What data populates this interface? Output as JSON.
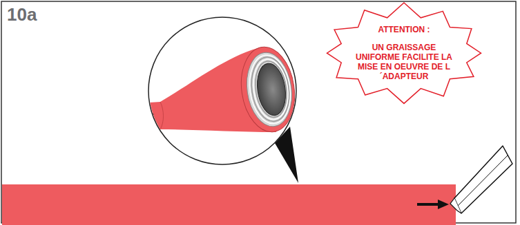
{
  "diagram": {
    "nodes": [
      {
        "text": [
          "ATTENTION :",
          "UN GRAISSAGE UNIFORME FACILITE LA MISE EN OEUVRE DE L´ADAPTEUR"
        ]
      }
    ],
    "labels": [
      "10a"
    ]
  }
}
